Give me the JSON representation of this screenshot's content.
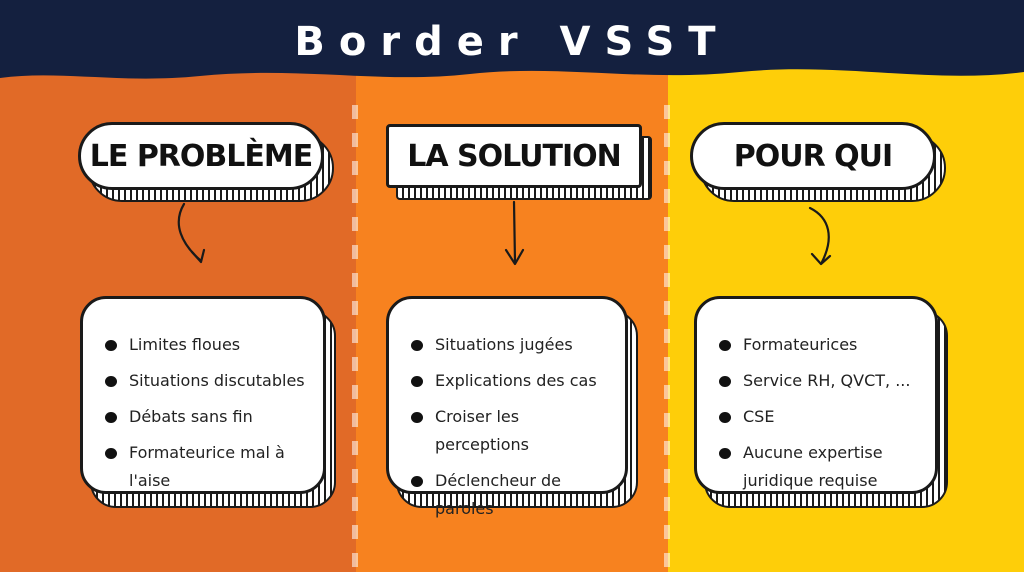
{
  "title": "Border VSST",
  "colors": {
    "header_bg": "#14203f",
    "column_1": "#e16a27",
    "column_2": "#f7821f",
    "column_3": "#fece09",
    "ink": "#1a1a1a",
    "card": "#ffffff"
  },
  "columns": [
    {
      "heading": "LE PROBLÈME",
      "items": [
        "Limites floues",
        "Situations discutables",
        "Débats sans fin",
        "Formateurice mal à l'aise"
      ]
    },
    {
      "heading": "LA SOLUTION",
      "items": [
        "Situations jugées",
        "Explications des cas",
        "Croiser les perceptions",
        "Déclencheur de paroles"
      ]
    },
    {
      "heading": "POUR QUI",
      "items": [
        "Formateurices",
        "Service RH, QVCT, ...",
        "CSE",
        "Aucune expertise juridique requise"
      ]
    }
  ]
}
